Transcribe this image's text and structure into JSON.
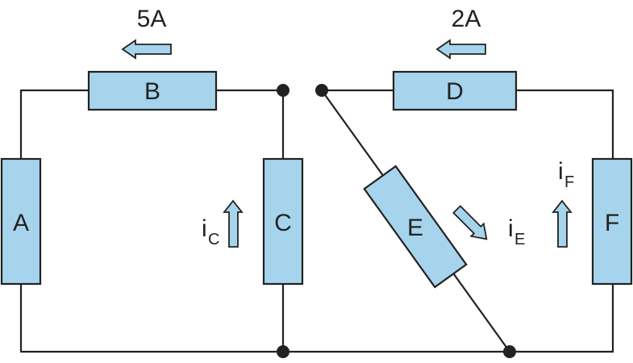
{
  "components": {
    "A": "A",
    "B": "B",
    "C": "C",
    "D": "D",
    "E": "E",
    "F": "F"
  },
  "currents": {
    "b_value": "5A",
    "d_value": "2A",
    "c_symbol": "i",
    "c_subscript": "C",
    "e_symbol": "i",
    "e_subscript": "E",
    "f_symbol": "i",
    "f_subscript": "F"
  },
  "colors": {
    "component_fill": "#a6d4ec",
    "line": "#222222"
  }
}
